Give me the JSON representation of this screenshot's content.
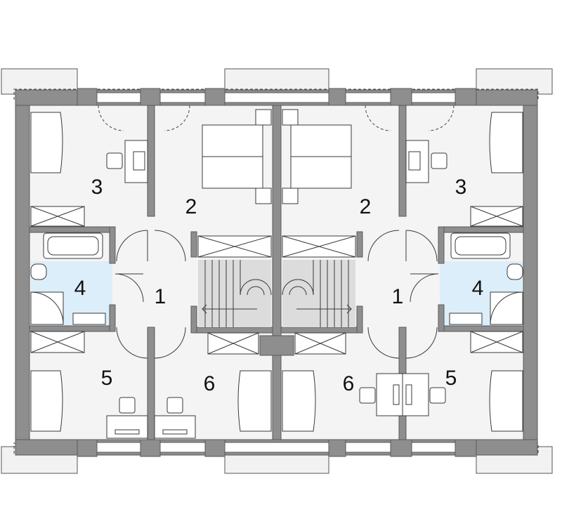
{
  "rooms": {
    "left": {
      "hall": "1",
      "bedroom_main": "2",
      "bedroom_a": "3",
      "bathroom": "4",
      "bedroom_b": "5",
      "bedroom_c": "6"
    },
    "right": {
      "hall": "1",
      "bedroom_main": "2",
      "bedroom_a": "3",
      "bathroom": "4",
      "bedroom_b": "5",
      "bedroom_c": "6"
    }
  },
  "colors": {
    "wall": "#8e8e8e",
    "floor": "#f4f4f4",
    "bathroom": "#dceefa",
    "stairs": "#dcdcdc"
  }
}
